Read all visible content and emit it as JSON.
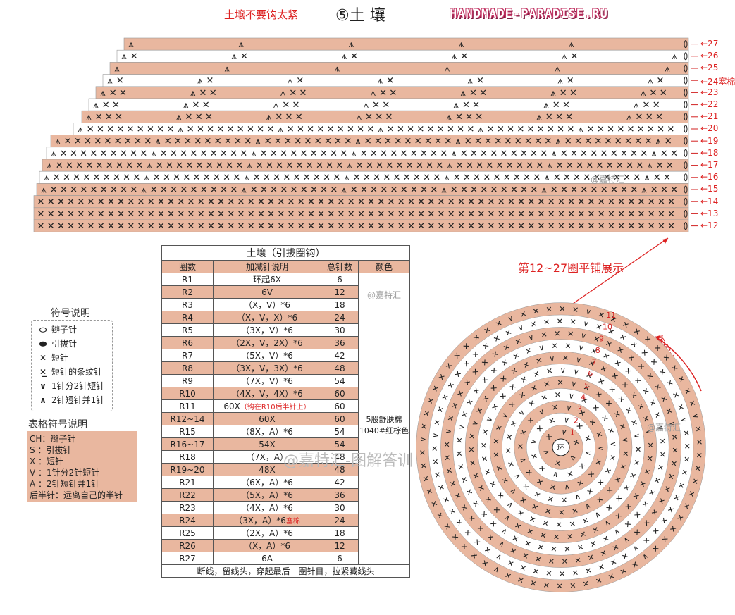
{
  "header": {
    "warning": "土壤不要钩太紧",
    "title": "⑤土 壤",
    "brand": "HANDMADE-PARADISE.RU"
  },
  "flat_chart": {
    "row_labels": [
      "27",
      "26",
      "25",
      "24塞棉",
      "23",
      "22",
      "21",
      "20",
      "19",
      "18",
      "17",
      "16",
      "15",
      "14",
      "13",
      "12"
    ],
    "caption": "第12~27圈平铺展示",
    "watermark": "@嘉特汇"
  },
  "circle_chart": {
    "center_label": "环",
    "ring_numbers": [
      "1",
      "2",
      "3",
      "4",
      "5",
      "6",
      "7",
      "8",
      "9",
      "10",
      "11"
    ],
    "direction_label": "编织方向",
    "watermark": "@嘉特汇"
  },
  "legend": {
    "title": "符号说明",
    "items": [
      {
        "symbol": "⬭",
        "label": "辫子针"
      },
      {
        "symbol": "⬬",
        "label": "引拔针"
      },
      {
        "symbol": "✕",
        "label": "短针"
      },
      {
        "symbol": "✕̲",
        "label": "短针的条纹针"
      },
      {
        "symbol": "∨",
        "label": "1针分2针短针"
      },
      {
        "symbol": "∧",
        "label": "2针短针并1针"
      }
    ]
  },
  "table_legend": {
    "title": "表格符号说明",
    "items": [
      "CH：辫子针",
      "S ：引拔针",
      "X ：短针",
      "V ：1针分2针短针",
      "A ：2针短针并1针",
      "后半针：远离自己的半针"
    ]
  },
  "table": {
    "title": "土壤（引拔圈钩）",
    "headers": [
      "圈数",
      "加减针说明",
      "总针数",
      "颜色"
    ],
    "color_note_1": "5股舒肤棉",
    "color_note_2": "1040#红棕色",
    "rows": [
      {
        "r": "R1",
        "desc": "环起6X",
        "total": "6"
      },
      {
        "r": "R2",
        "desc": "6V",
        "total": "12"
      },
      {
        "r": "R3",
        "desc": "（X，V）*6",
        "total": "18"
      },
      {
        "r": "R4",
        "desc": "（X，V，X）*6",
        "total": "24"
      },
      {
        "r": "R5",
        "desc": "（3X，V）*6",
        "total": "30"
      },
      {
        "r": "R6",
        "desc": "（2X，V，2X）*6",
        "total": "36"
      },
      {
        "r": "R7",
        "desc": "（5X，V）*6",
        "total": "42"
      },
      {
        "r": "R8",
        "desc": "（3X，V，3X）*6",
        "total": "48"
      },
      {
        "r": "R9",
        "desc": "（7X，V）*6",
        "total": "54"
      },
      {
        "r": "R10",
        "desc": "（4X，V，4X）*6",
        "total": "60"
      },
      {
        "r": "R11",
        "desc": "60X",
        "note": "（钩在R10后半针上）",
        "total": "60"
      },
      {
        "r": "R12~14",
        "desc": "60X",
        "total": "60"
      },
      {
        "r": "R15",
        "desc": "（8X，A）*6",
        "total": "54"
      },
      {
        "r": "R16~17",
        "desc": "54X",
        "total": "54"
      },
      {
        "r": "R18",
        "desc": "（7X，A）",
        "total": "48"
      },
      {
        "r": "R19~20",
        "desc": "48X",
        "total": "48"
      },
      {
        "r": "R21",
        "desc": "（6X，A）*6",
        "total": "42"
      },
      {
        "r": "R22",
        "desc": "（5X，A）*6",
        "total": "36"
      },
      {
        "r": "R23",
        "desc": "（4X，A）*6",
        "total": "30"
      },
      {
        "r": "R24",
        "desc": "（3X，A）*6",
        "note": "塞棉",
        "total": "24"
      },
      {
        "r": "R25",
        "desc": "（2X，A）*6",
        "total": "18"
      },
      {
        "r": "R26",
        "desc": "（X，A）*6",
        "total": "12"
      },
      {
        "r": "R27",
        "desc": "6A",
        "total": "6"
      }
    ],
    "footer": "断线，留线头，穿起最后一圈针目，拉紧藏线头",
    "watermark_cell": "@嘉特汇"
  },
  "overlay_watermark": "@嘉特汇-图解答训",
  "colors": {
    "band": "#e9b79f",
    "accent": "#d22222",
    "ink": "#222222"
  }
}
